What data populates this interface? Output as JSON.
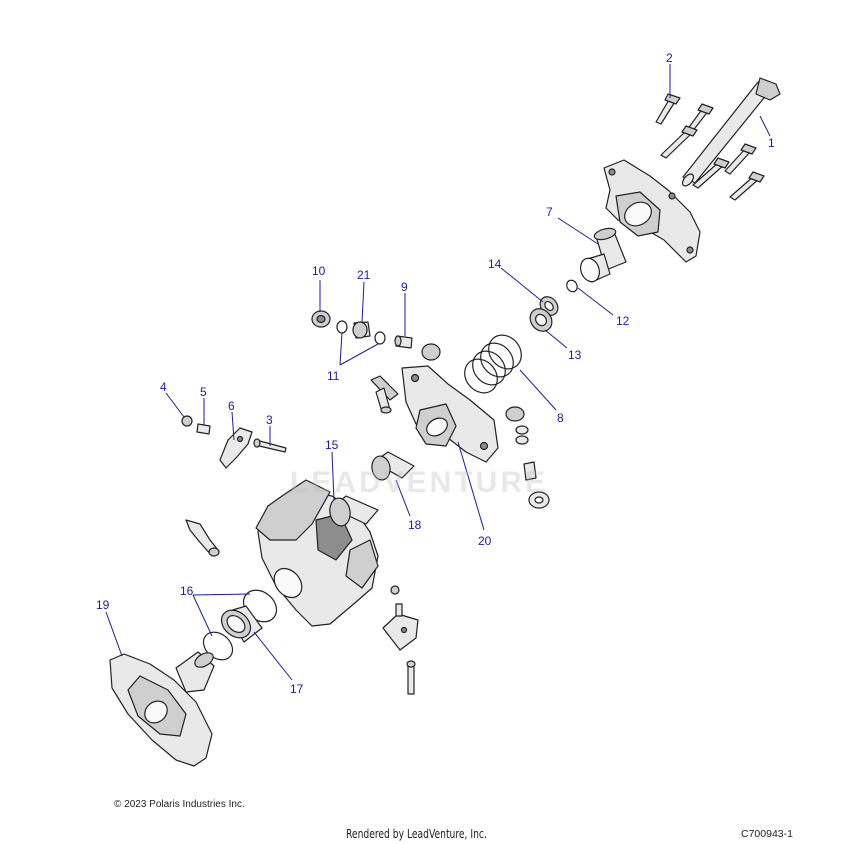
{
  "diagram": {
    "watermark": "LEADVENTURE",
    "callouts": [
      "1",
      "2",
      "3",
      "4",
      "5",
      "6",
      "7",
      "8",
      "9",
      "10",
      "11",
      "12",
      "13",
      "14",
      "15",
      "16",
      "17",
      "18",
      "19",
      "20",
      "21"
    ]
  },
  "footer": {
    "copyright": "© 2023 Polaris Industries Inc.",
    "rendered_by": "Rendered by LeadVenture, Inc.",
    "diagram_ref": "C700943-1"
  },
  "colors": {
    "callout": "#1a1aa8",
    "line": "#222222",
    "part_fill": "#e9e9e9"
  }
}
